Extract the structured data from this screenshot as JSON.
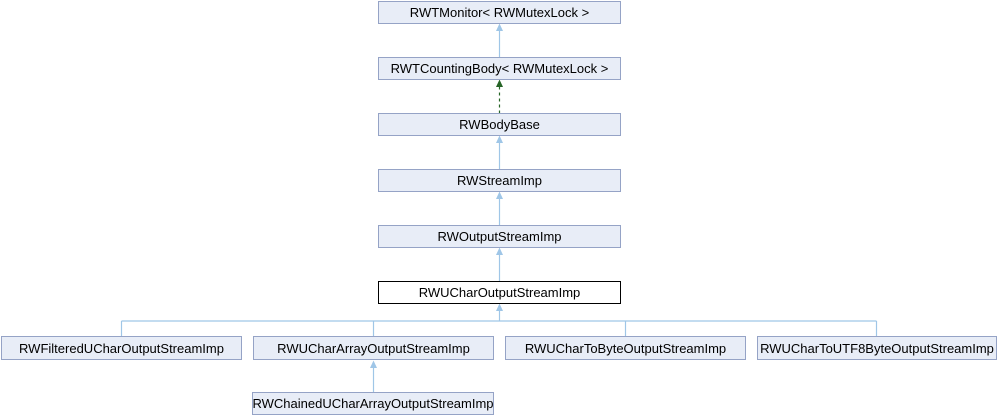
{
  "diagram": {
    "type": "class-inheritance-graph",
    "nodes": [
      {
        "id": "rwtmonitor",
        "label": "RWTMonitor< RWMutexLock >",
        "current": false
      },
      {
        "id": "rwtcountingbody",
        "label": "RWTCountingBody< RWMutexLock >",
        "current": false
      },
      {
        "id": "rwbodybase",
        "label": "RWBodyBase",
        "current": false
      },
      {
        "id": "rwstreamimp",
        "label": "RWStreamImp",
        "current": false
      },
      {
        "id": "rwoutputstreamimp",
        "label": "RWOutputStreamImp",
        "current": false
      },
      {
        "id": "rwucharoutputstreamimp",
        "label": "RWUCharOutputStreamImp",
        "current": true
      },
      {
        "id": "rwfiltereducharoutputstreamimp",
        "label": "RWFilteredUCharOutputStreamImp",
        "current": false
      },
      {
        "id": "rwuchararrayoutputstreamimp",
        "label": "RWUCharArrayOutputStreamImp",
        "current": false
      },
      {
        "id": "rwuchartobyteoutputstreamimp",
        "label": "RWUCharToByteOutputStreamImp",
        "current": false
      },
      {
        "id": "rwuchartoutf8byteoutputstreamimp",
        "label": "RWUCharToUTF8ByteOutputStreamImp",
        "current": false
      },
      {
        "id": "rwchaineduchararrayoutputstreamimp",
        "label": "RWChainedUCharArrayOutputStreamImp",
        "current": false
      }
    ],
    "edges": [
      {
        "from": "RWTCountingBody< RWMutexLock >",
        "to": "RWTMonitor< RWMutexLock >",
        "style": "solid"
      },
      {
        "from": "RWBodyBase",
        "to": "RWTCountingBody< RWMutexLock >",
        "style": "dashed"
      },
      {
        "from": "RWStreamImp",
        "to": "RWBodyBase",
        "style": "solid"
      },
      {
        "from": "RWOutputStreamImp",
        "to": "RWStreamImp",
        "style": "solid"
      },
      {
        "from": "RWUCharOutputStreamImp",
        "to": "RWOutputStreamImp",
        "style": "solid"
      },
      {
        "from": "RWFilteredUCharOutputStreamImp",
        "to": "RWUCharOutputStreamImp",
        "style": "solid"
      },
      {
        "from": "RWUCharArrayOutputStreamImp",
        "to": "RWUCharOutputStreamImp",
        "style": "solid"
      },
      {
        "from": "RWUCharToByteOutputStreamImp",
        "to": "RWUCharOutputStreamImp",
        "style": "solid"
      },
      {
        "from": "RWUCharToUTF8ByteOutputStreamImp",
        "to": "RWUCharOutputStreamImp",
        "style": "solid"
      },
      {
        "from": "RWChainedUCharArrayOutputStreamImp",
        "to": "RWUCharArrayOutputStreamImp",
        "style": "solid"
      }
    ],
    "colors": {
      "node_fill": "#e8edf7",
      "node_border": "#95a3c6",
      "current_node_fill": "#ffffff",
      "current_node_border": "#000000",
      "solid_edge": "#9fc6e7",
      "dashed_edge": "#266426",
      "background": "#ffffff",
      "text": "#000000"
    }
  }
}
